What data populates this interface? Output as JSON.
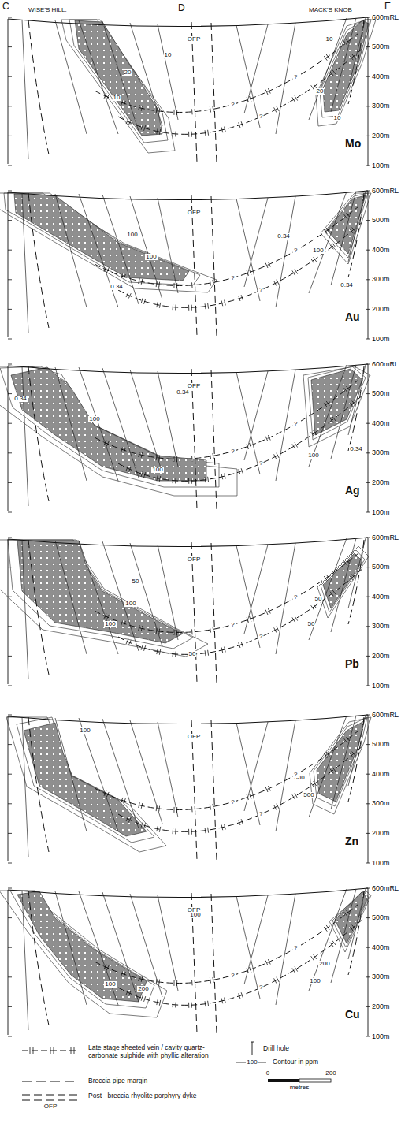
{
  "diagram": {
    "labels": [
      "C",
      "WISE'S HILL.",
      "D",
      "MACK'S KNOB",
      "E",
      "600mRL",
      "500m",
      "400m",
      "300m",
      "200m",
      "100m",
      "Mo",
      "OFP",
      "20",
      "10",
      "10",
      "10",
      "20",
      "10",
      "?",
      "?",
      "?",
      "600mRL",
      "500m",
      "400m",
      "300m",
      "200m",
      "100m",
      "Au",
      "OFP",
      "100",
      "100",
      "0.34",
      "0.34",
      "100",
      "0.34",
      "?",
      "?",
      "?",
      "600mRL",
      "500m",
      "400m",
      "300m",
      "200m",
      "100m",
      "Ag",
      "OFP",
      "0.34",
      "0.34",
      "100",
      "100",
      "100",
      "0.34",
      "?",
      "?",
      "?",
      "600mRL",
      "500m",
      "400m",
      "300m",
      "200m",
      "100m",
      "Pb",
      "OFP",
      "100",
      "50",
      "100",
      "50",
      "50",
      "50",
      "?",
      "?",
      "?",
      "600mRL",
      "500m",
      "400m",
      "300m",
      "200m",
      "100m",
      "Zn",
      "OFP",
      "100",
      "500",
      "500",
      "?",
      "?",
      "?",
      "600mRL",
      "500m",
      "400m",
      "300m",
      "200m",
      "100m",
      "Cu",
      "OFP",
      "100",
      "100",
      "200",
      "200",
      "100",
      "?",
      "?",
      "?",
      "OFP",
      "100",
      "0",
      "200",
      "metres"
    ],
    "legend": [
      {
        "text": "Late stage sheeted vein / cavity quartz-carbonate sulphide with phyllic alteration"
      },
      {
        "text": "Breccia pipe margin"
      },
      {
        "text": "Post - breccia rhyolite porphyry dyke"
      },
      {
        "text": "Drill hole"
      },
      {
        "text": "Contour in ppm"
      }
    ]
  }
}
